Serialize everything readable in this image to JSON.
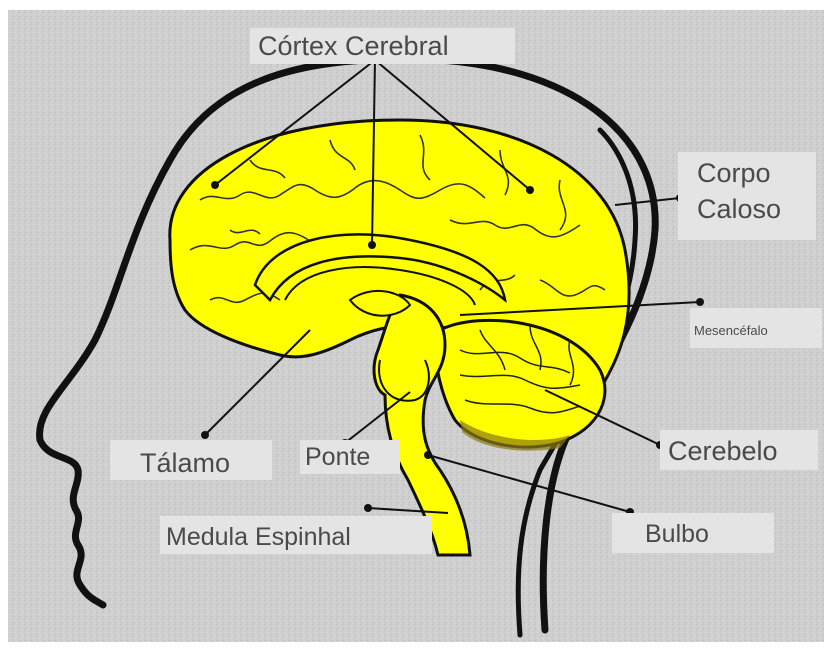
{
  "colors": {
    "background": "#cfcfcf",
    "brain": "#ffff00",
    "outline": "#111111",
    "label_box": "#e4e4e4",
    "label_text": "#4a4a4a"
  },
  "labels": {
    "cortex": "Córtex Cerebral",
    "corpo": "Corpo",
    "caloso": "Caloso",
    "mesencefalo": "Mesencéfalo",
    "talamo": "Tálamo",
    "ponte": "Ponte",
    "cerebelo": "Cerebelo",
    "medula": "Medula Espinhal",
    "bulbo": "Bulbo"
  }
}
